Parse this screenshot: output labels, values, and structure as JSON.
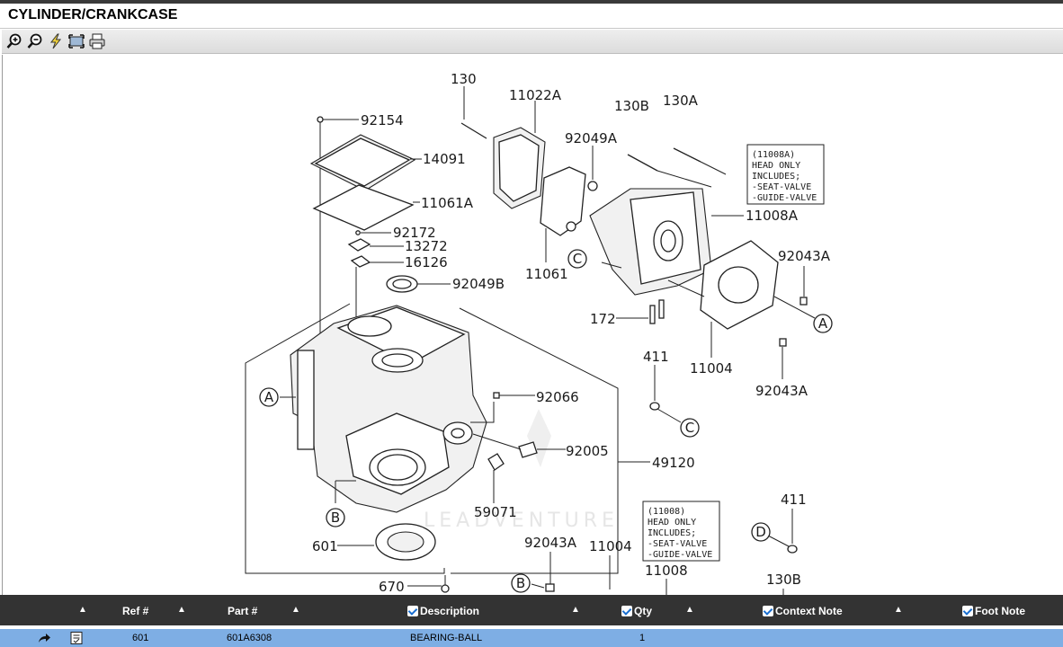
{
  "page": {
    "title": "CYLINDER/CRANKCASE"
  },
  "toolbar": {
    "tools": [
      "zoom-in-icon",
      "zoom-out-icon",
      "lightning-icon",
      "fit-icon",
      "print-icon"
    ]
  },
  "diagram": {
    "labels": {
      "l130": "130",
      "l11022A": "11022A",
      "l130B": "130B",
      "l130A": "130A",
      "l92154": "92154",
      "l92049A": "92049A",
      "l14091": "14091",
      "l11061A": "11061A",
      "l11008A": "11008A",
      "l92172": "92172",
      "l13272": "13272",
      "l16126": "16126",
      "l92043A_1": "92043A",
      "l92049B": "92049B",
      "l11061": "11061",
      "l172": "172",
      "l411_1": "411",
      "l11004_1": "11004",
      "l92043A_2": "92043A",
      "l92066": "92066",
      "l92005": "92005",
      "l49120": "49120",
      "l59071": "59071",
      "l411_2": "411",
      "l601": "601",
      "l92043A_3": "92043A",
      "l11004_2": "11004",
      "l11008": "11008",
      "l670": "670",
      "l130B_2": "130B",
      "cA1": "A",
      "cA2": "A",
      "cB1": "B",
      "cB2": "B",
      "cC1": "C",
      "cC2": "C",
      "cD": "D"
    },
    "note1": [
      "(11008A)",
      "HEAD ONLY",
      "INCLUDES;",
      "-SEAT-VALVE",
      "-GUIDE-VALVE"
    ],
    "note2": [
      "(11008)",
      "HEAD ONLY",
      "INCLUDES;",
      "-SEAT-VALVE",
      "-GUIDE-VALVE"
    ],
    "watermark": "LEADVENTURE"
  },
  "grid": {
    "headers": {
      "ref": "Ref #",
      "part": "Part #",
      "description": "Description",
      "qty": "Qty",
      "context_note": "Context Note",
      "foot_note": "Foot Note"
    },
    "rows": [
      {
        "ref": "601",
        "part": "601A6308",
        "description": "BEARING-BALL",
        "qty": "1"
      }
    ]
  },
  "colors": {
    "header_bg": "#333333",
    "selected_row": "#7eaee4",
    "toolbar_bg": "#e4e4e4"
  }
}
